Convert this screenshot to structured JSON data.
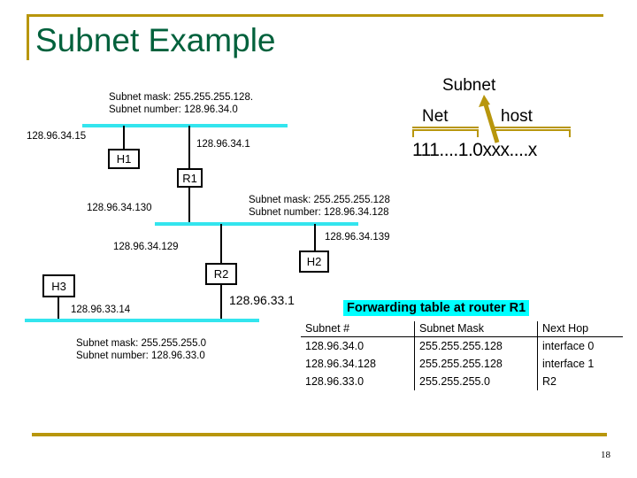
{
  "slide": {
    "title": "Subnet Example",
    "page_number": "18",
    "accent_gold": "#b8960c",
    "title_green": "#00613c",
    "network_cyan": "#33e5ee",
    "highlight_cyan": "#00ffff"
  },
  "topology": {
    "subnet_a": {
      "note_line1": "Subnet mask: 255.255.255.128.",
      "note_line2": "Subnet number: 128.96.34.0",
      "host_addr": "128.96.34.15",
      "router_addr": "128.96.34.1",
      "host_name": "H1",
      "router_name": "R1"
    },
    "subnet_b": {
      "note_line1": "Subnet mask: 255.255.255.128",
      "note_line2": "Subnet number: 128.96.34.128",
      "r1_down_addr": "128.96.34.130",
      "bar_addr": "128.96.34.129",
      "host_addr": "128.96.34.139",
      "host_name": "H2",
      "router_name": "R2"
    },
    "subnet_c": {
      "note_line1": "Subnet mask: 255.255.255.0",
      "note_line2": "Subnet number: 128.96.33.0",
      "host_addr": "128.96.33.14",
      "router_addr": "128.96.33.1",
      "host_name": "H3"
    }
  },
  "bitfield": {
    "subnet_label": "Subnet",
    "net_label": "Net",
    "host_label": "host",
    "bits": "111....1.0xxx....x"
  },
  "forwarding_table": {
    "title": "Forwarding table at router R1",
    "columns": [
      "Subnet #",
      "Subnet Mask",
      "Next Hop"
    ],
    "rows": [
      [
        "128.96.34.0",
        "255.255.255.128",
        "interface 0"
      ],
      [
        "128.96.34.128",
        "255.255.255.128",
        "interface 1"
      ],
      [
        "128.96.33.0",
        "255.255.255.0",
        "R2"
      ]
    ]
  }
}
